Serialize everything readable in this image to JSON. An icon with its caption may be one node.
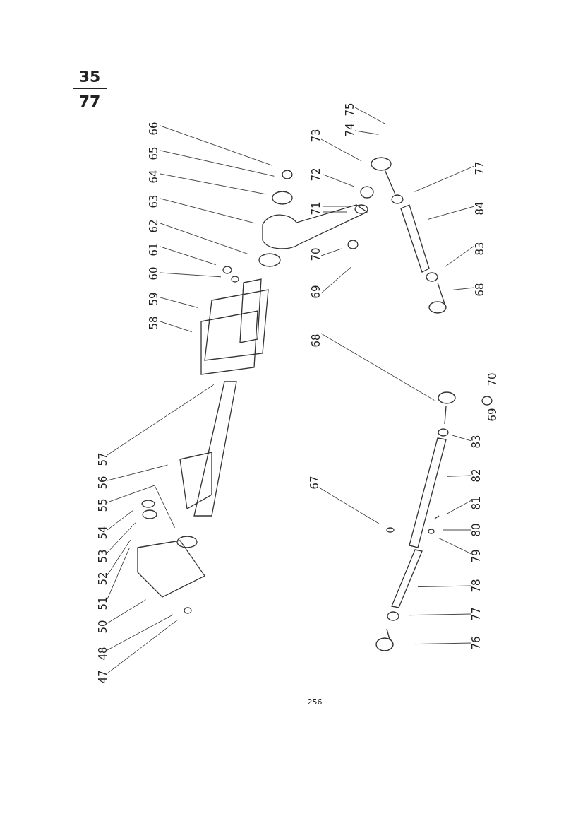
{
  "diagram": {
    "nodes": [
      {
        "text": [
          "66"
        ]
      },
      {
        "text": [
          "65"
        ]
      },
      {
        "text": [
          "64"
        ]
      },
      {
        "text": [
          "63"
        ]
      },
      {
        "text": [
          "62"
        ]
      },
      {
        "text": [
          "61"
        ]
      },
      {
        "text": [
          "60"
        ]
      },
      {
        "text": [
          "59"
        ]
      },
      {
        "text": [
          "58"
        ]
      },
      {
        "text": [
          "57"
        ]
      },
      {
        "text": [
          "56"
        ]
      },
      {
        "text": [
          "55"
        ]
      },
      {
        "text": [
          "54"
        ]
      },
      {
        "text": [
          "53"
        ]
      },
      {
        "text": [
          "52"
        ]
      },
      {
        "text": [
          "51"
        ]
      },
      {
        "text": [
          "50"
        ]
      },
      {
        "text": [
          "48"
        ]
      },
      {
        "text": [
          "47"
        ]
      },
      {
        "text": [
          "75"
        ]
      },
      {
        "text": [
          "74"
        ]
      },
      {
        "text": [
          "73"
        ]
      },
      {
        "text": [
          "72"
        ]
      },
      {
        "text": [
          "71"
        ]
      },
      {
        "text": [
          "70"
        ]
      },
      {
        "text": [
          "69"
        ]
      },
      {
        "text": [
          "68"
        ]
      },
      {
        "text": [
          "77"
        ]
      },
      {
        "text": [
          "84"
        ]
      },
      {
        "text": [
          "83"
        ]
      },
      {
        "text": [
          "68"
        ]
      },
      {
        "text": [
          "67"
        ]
      },
      {
        "text": [
          "83"
        ]
      },
      {
        "text": [
          "82"
        ]
      },
      {
        "text": [
          "81"
        ]
      },
      {
        "text": [
          "80"
        ]
      },
      {
        "text": [
          "79"
        ]
      },
      {
        "text": [
          "78"
        ]
      },
      {
        "text": [
          "77"
        ]
      },
      {
        "text": [
          "76"
        ]
      }
    ],
    "edges": [
      {
        "from": 0,
        "to": null,
        "arrow": "none"
      },
      {
        "from": 1,
        "to": null,
        "arrow": "none"
      },
      {
        "from": 2,
        "to": null,
        "arrow": "none"
      },
      {
        "from": 3,
        "to": null,
        "arrow": "none"
      },
      {
        "from": 4,
        "to": null,
        "arrow": "none"
      },
      {
        "from": 5,
        "to": null,
        "arrow": "none"
      },
      {
        "from": 6,
        "to": null,
        "arrow": "none"
      },
      {
        "from": 7,
        "to": null,
        "arrow": "none"
      },
      {
        "from": 8,
        "to": null,
        "arrow": "none"
      },
      {
        "from": 9,
        "to": null,
        "arrow": "none"
      },
      {
        "from": 10,
        "to": null,
        "arrow": "none"
      },
      {
        "from": 11,
        "to": null,
        "arrow": "none"
      },
      {
        "from": 12,
        "to": null,
        "arrow": "none"
      },
      {
        "from": 13,
        "to": null,
        "arrow": "none"
      },
      {
        "from": 14,
        "to": null,
        "arrow": "none"
      },
      {
        "from": 15,
        "to": null,
        "arrow": "none"
      },
      {
        "from": 16,
        "to": null,
        "arrow": "none"
      },
      {
        "from": 17,
        "to": null,
        "arrow": "none"
      },
      {
        "from": 18,
        "to": null,
        "arrow": "none"
      },
      {
        "from": 19,
        "to": null,
        "arrow": "none"
      },
      {
        "from": 20,
        "to": null,
        "arrow": "none"
      },
      {
        "from": 21,
        "to": null,
        "arrow": "none"
      },
      {
        "from": 22,
        "to": null,
        "arrow": "none"
      },
      {
        "from": 23,
        "to": null,
        "arrow": "none"
      },
      {
        "from": 23,
        "to": null,
        "arrow": "none"
      },
      {
        "from": 24,
        "to": null,
        "arrow": "none"
      },
      {
        "from": 25,
        "to": null,
        "arrow": "none"
      },
      {
        "from": 26,
        "to": null,
        "arrow": "none"
      },
      {
        "from": 27,
        "to": null,
        "arrow": "none"
      },
      {
        "from": 28,
        "to": null,
        "arrow": "none"
      },
      {
        "from": 29,
        "to": null,
        "arrow": "none"
      },
      {
        "from": 30,
        "to": null,
        "arrow": "none"
      },
      {
        "from": 31,
        "to": null,
        "arrow": "none"
      },
      {
        "from": 32,
        "to": null,
        "arrow": "none"
      },
      {
        "from": 33,
        "to": null,
        "arrow": "none"
      },
      {
        "from": 34,
        "to": null,
        "arrow": "none"
      },
      {
        "from": 35,
        "to": null,
        "arrow": "none"
      },
      {
        "from": 36,
        "to": null,
        "arrow": "none"
      },
      {
        "from": 37,
        "to": null,
        "arrow": "none"
      },
      {
        "from": 38,
        "to": null,
        "arrow": "none"
      },
      {
        "from": 39,
        "to": null,
        "arrow": "none"
      }
    ],
    "labels": [
      "35",
      "77",
      "70",
      "69",
      "256"
    ]
  }
}
